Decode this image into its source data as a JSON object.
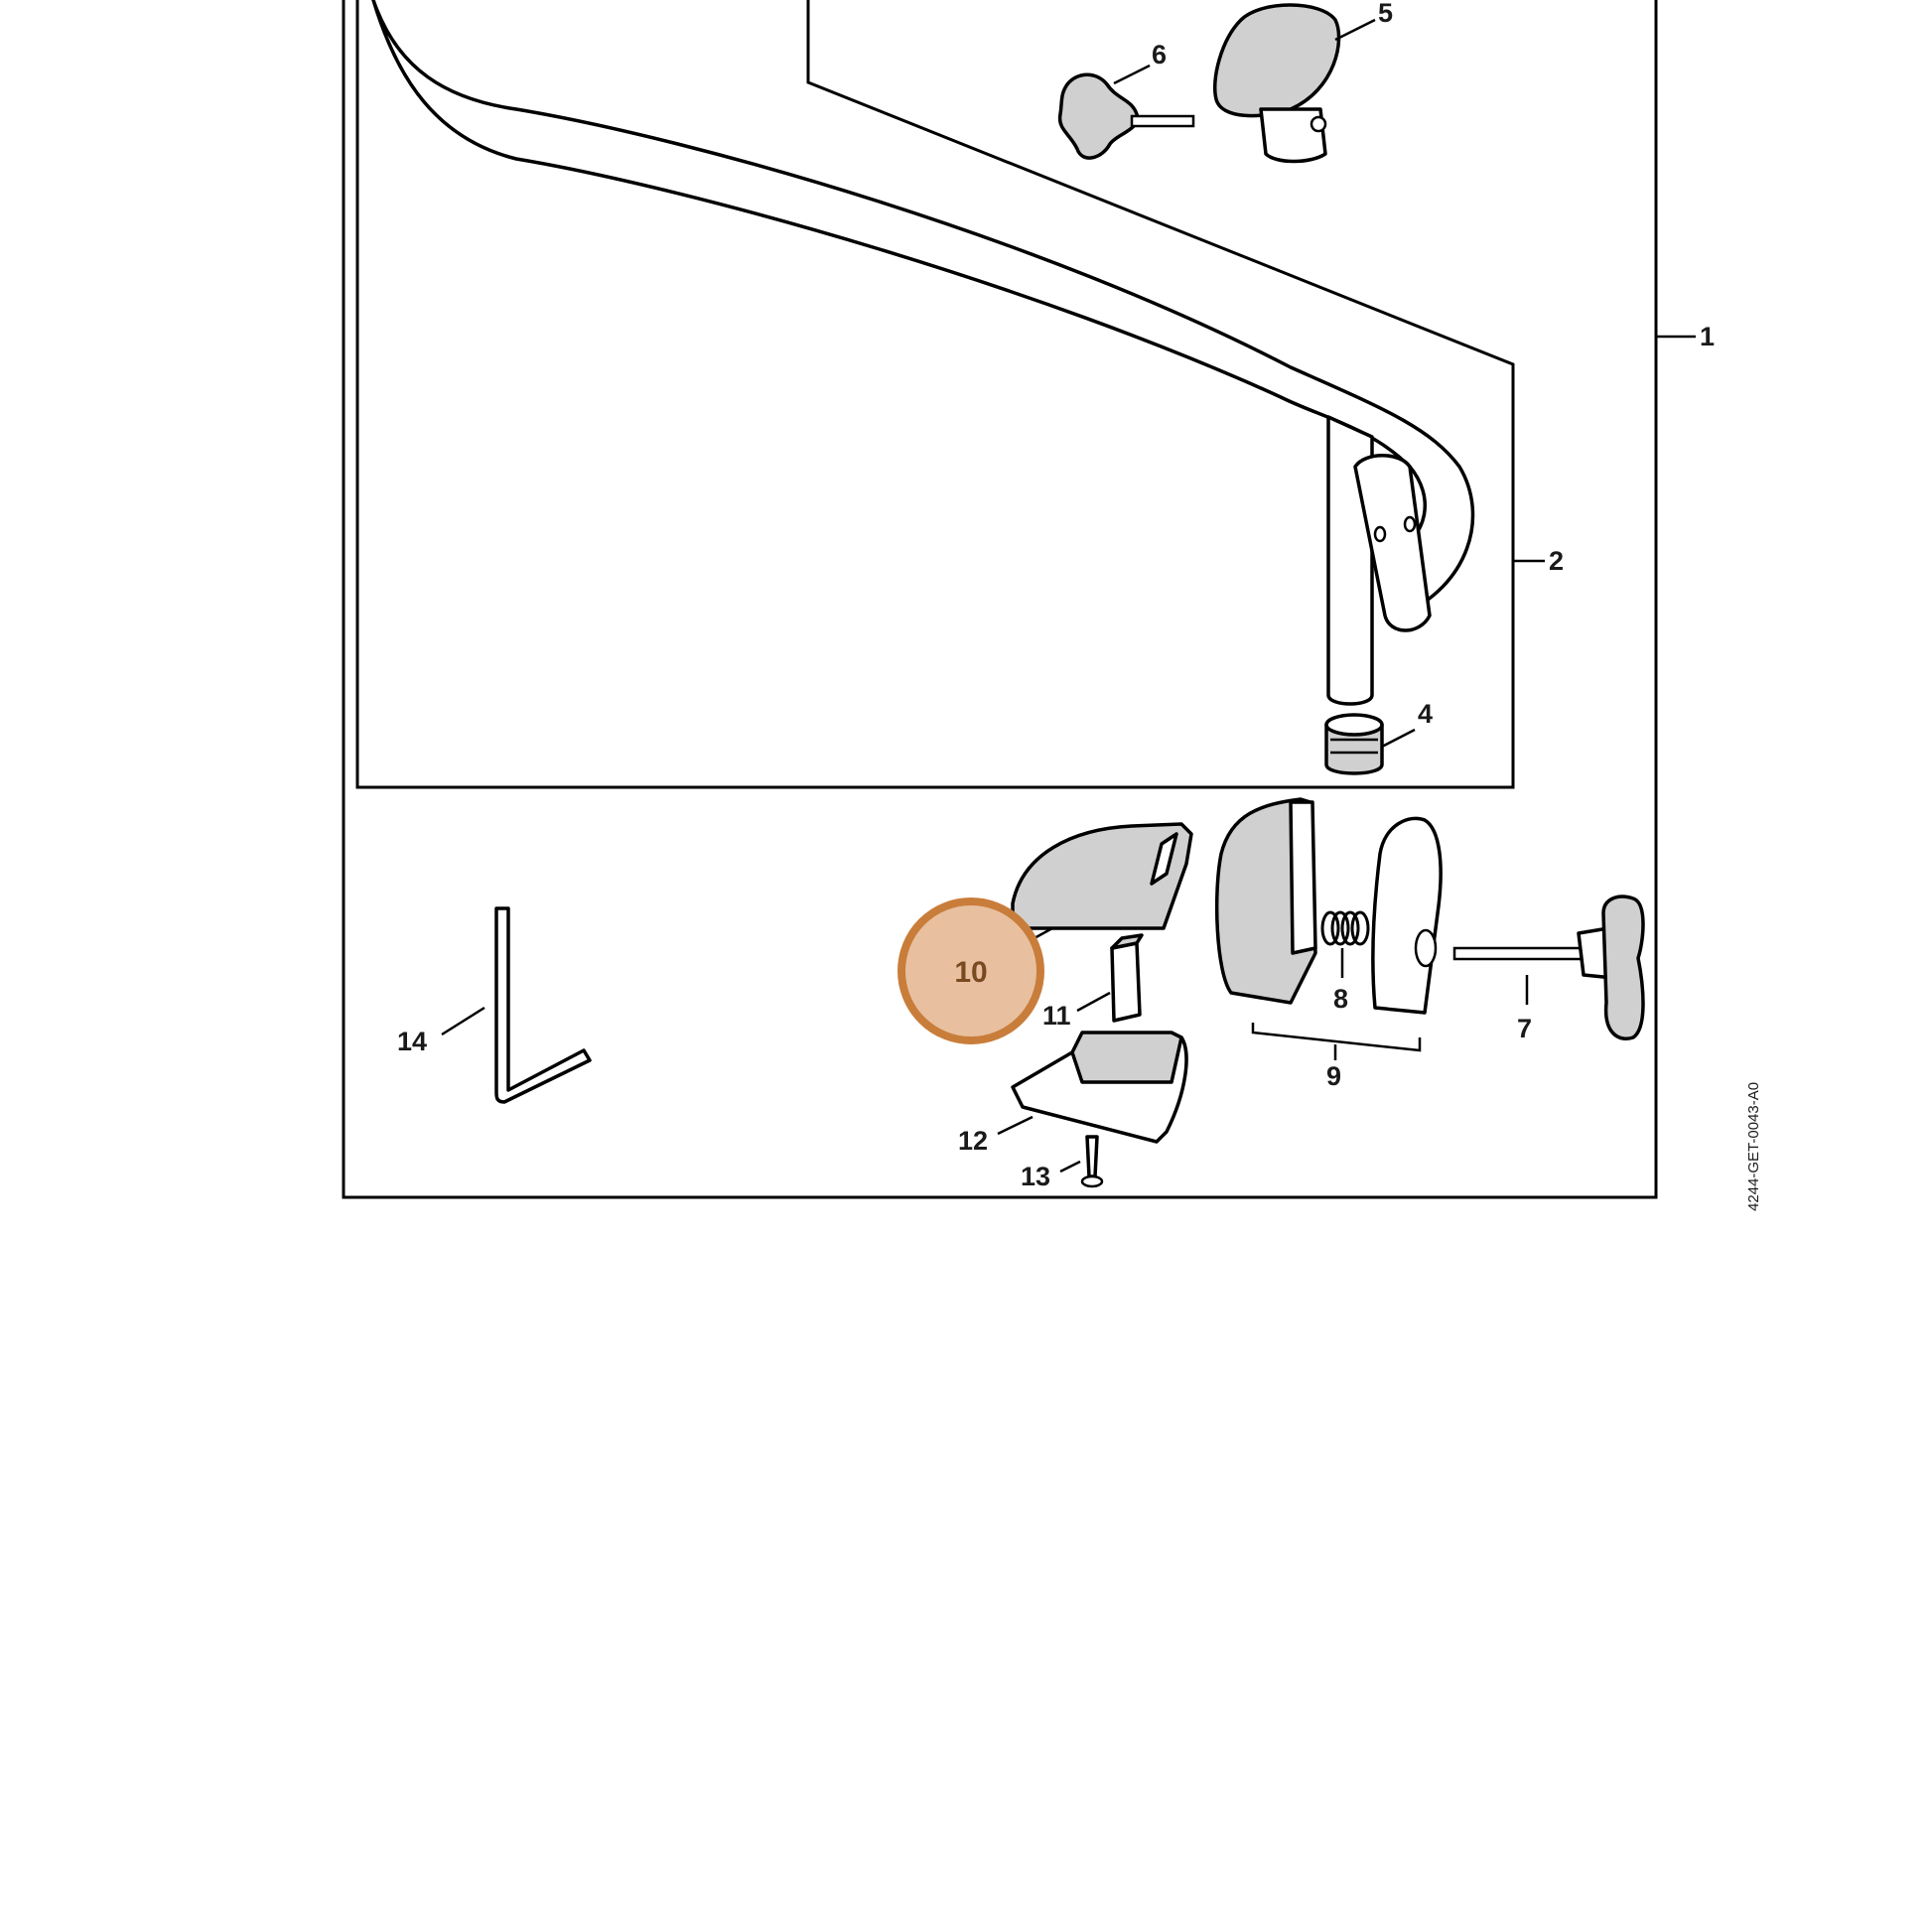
{
  "diagram": {
    "callouts": [
      "1",
      "2",
      "4",
      "5",
      "6",
      "7",
      "8",
      "9",
      "10",
      "11",
      "12",
      "13",
      "14"
    ],
    "highlighted": "10",
    "document_ref": "4244-GET-0043-A0"
  },
  "colors": {
    "highlight_fill": "#e8c0a0",
    "highlight_stroke": "#c97d3a",
    "highlight_text": "#7a4a20",
    "line": "#000000"
  }
}
